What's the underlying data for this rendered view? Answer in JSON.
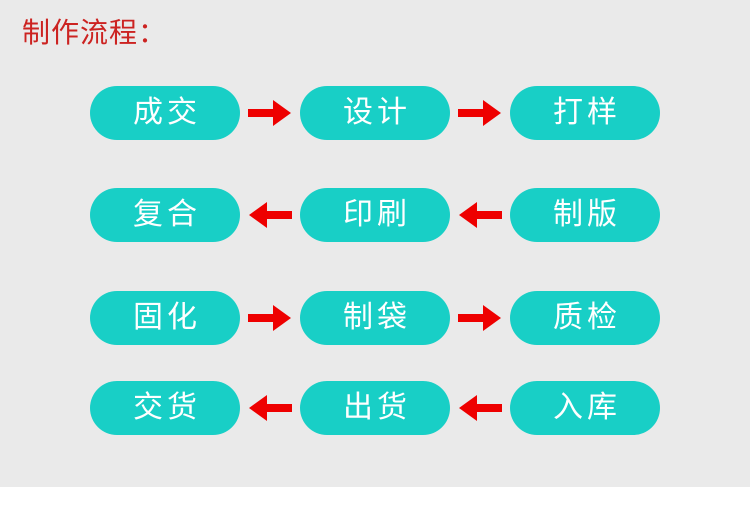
{
  "title": "制作流程：",
  "colors": {
    "background": "#eaeaea",
    "strip": "#ffffff",
    "node_fill": "#18cfc6",
    "node_text": "#ffffff",
    "title_text": "#cc2321",
    "arrow": "#ee0000"
  },
  "flow": {
    "rows": [
      {
        "direction": "right",
        "arrow_glyph": "→",
        "nodes": [
          {
            "label": "成交"
          },
          {
            "label": "设计"
          },
          {
            "label": "打样"
          }
        ]
      },
      {
        "direction": "left",
        "arrow_glyph": "←",
        "nodes": [
          {
            "label": "复合"
          },
          {
            "label": "印刷"
          },
          {
            "label": "制版"
          }
        ]
      },
      {
        "direction": "right",
        "arrow_glyph": "→",
        "nodes": [
          {
            "label": "固化"
          },
          {
            "label": "制袋"
          },
          {
            "label": "质检"
          }
        ]
      },
      {
        "direction": "left",
        "arrow_glyph": "←",
        "nodes": [
          {
            "label": "交货"
          },
          {
            "label": "出货"
          },
          {
            "label": "入库"
          }
        ]
      }
    ]
  }
}
